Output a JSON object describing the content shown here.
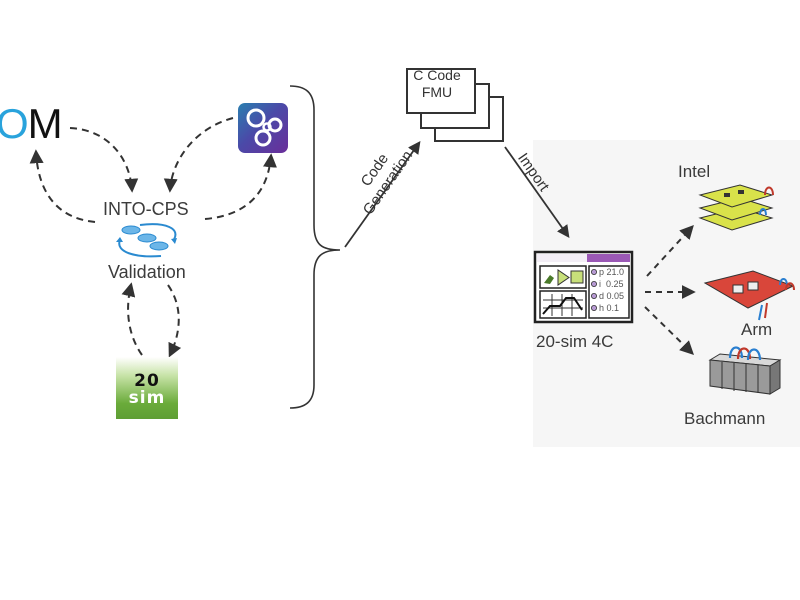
{
  "diagram": {
    "left_group": {
      "tool_om": {
        "prefix": "O",
        "suffix": "M",
        "colors": {
          "prefix": "#29a3dc",
          "suffix": "#111111"
        }
      },
      "tool_modelling_app": {
        "icon": "bubbles-app-icon",
        "colors": {
          "from": "#2a7fb0",
          "to": "#6a2e9a"
        }
      },
      "hub_title": "INTO-CPS",
      "hub_subtitle": "Validation",
      "tool_20sim": {
        "line1": "20",
        "line2": "sim",
        "color": "#6aab3a"
      }
    },
    "code_generation_label": {
      "line1": "Code",
      "line2": "Generation"
    },
    "fmu": {
      "line1": "C Code",
      "line2": "FMU"
    },
    "import_label": "Import",
    "runtime": {
      "name": "20-sim 4C",
      "params": [
        {
          "key": "p",
          "value": "21.0"
        },
        {
          "key": "i",
          "value": "0.25"
        },
        {
          "key": "d",
          "value": "0.05"
        },
        {
          "key": "h",
          "value": "0.1"
        }
      ],
      "accent": "#9b59b6"
    },
    "targets": [
      {
        "name": "Intel",
        "icon": "stacked-board-icon",
        "color": "#d9e24a"
      },
      {
        "name": "Arm",
        "icon": "red-board-icon",
        "color": "#d9463a"
      },
      {
        "name": "Bachmann",
        "icon": "module-rack-icon",
        "color": "#9a9a9a"
      }
    ]
  }
}
